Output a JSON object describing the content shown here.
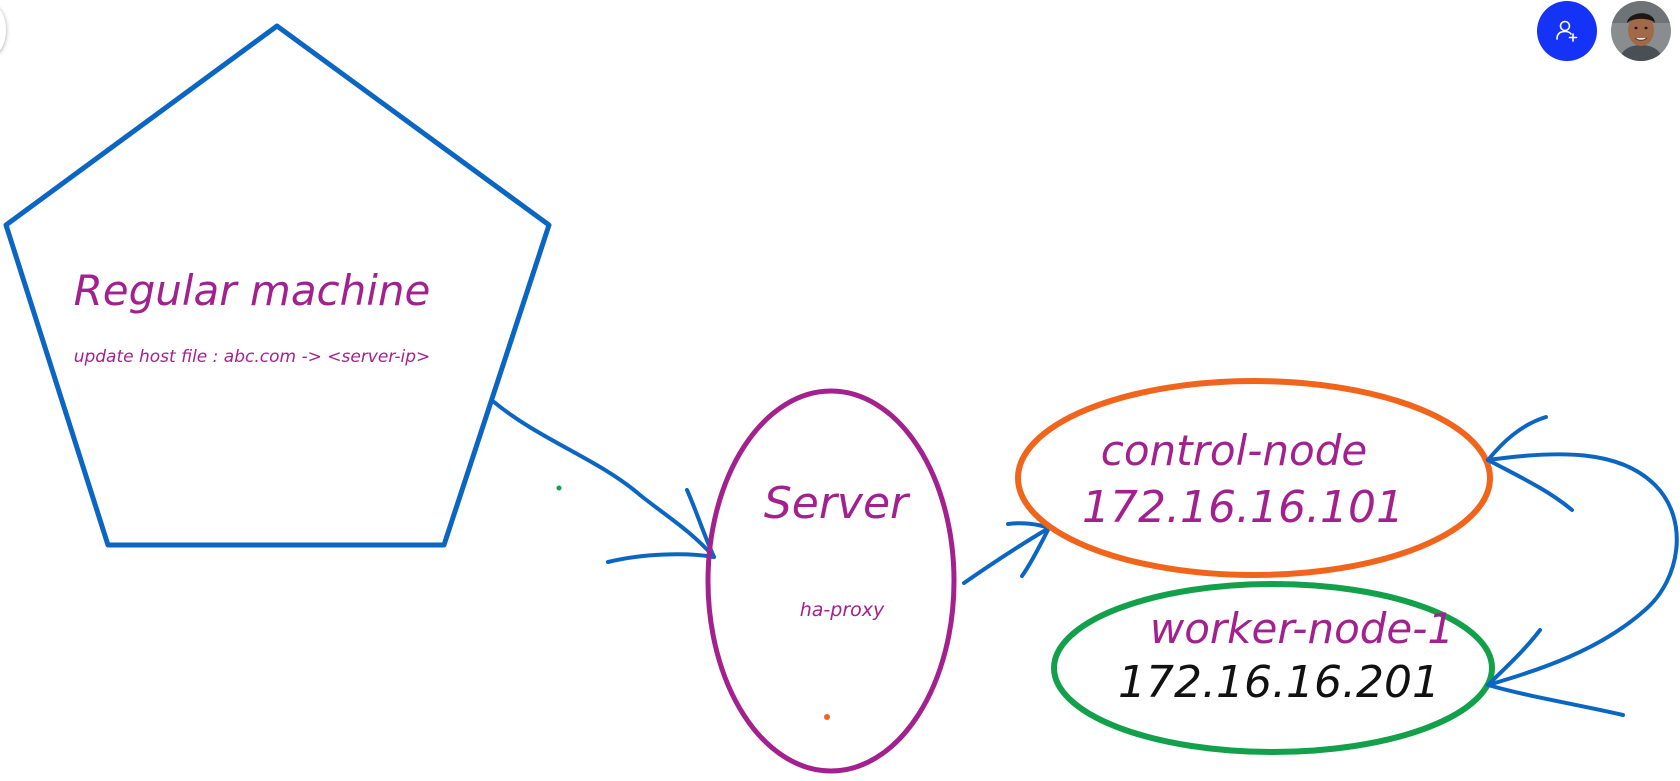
{
  "diagram": {
    "regular_machine": {
      "title": "Regular machine",
      "note": "update host file : abc.com -> <server-ip>"
    },
    "server": {
      "title": "Server",
      "subtitle": "ha-proxy"
    },
    "control_node": {
      "name": "control-node",
      "ip": "172.16.16.101"
    },
    "worker_node": {
      "name": "worker-node-1",
      "ip": "172.16.16.201"
    }
  },
  "colors": {
    "shape_blue": "#0a66c2",
    "text_magenta": "#a3218f",
    "server_ellipse": "#a3218f",
    "control_ellipse": "#f0651b",
    "worker_ellipse": "#12a14a",
    "ip_black": "#111111",
    "share_button": "#1532f7"
  },
  "toolbar": {
    "share_icon": "add-person-icon",
    "avatar_icon": "user-avatar"
  }
}
